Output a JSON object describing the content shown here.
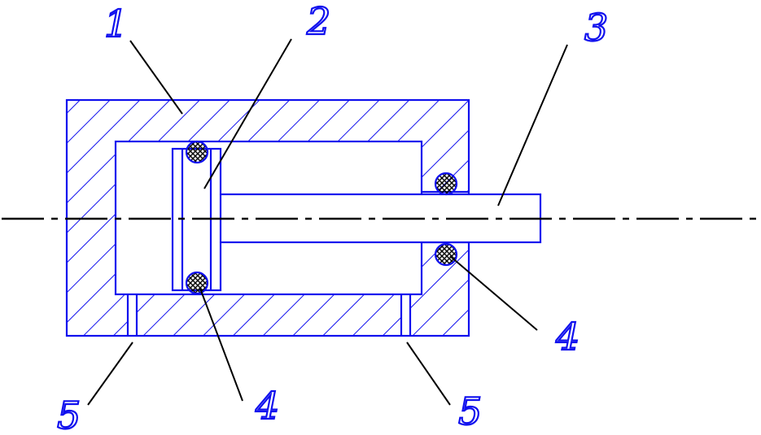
{
  "colors": {
    "outline": "#1010ee",
    "leader": "#000000",
    "label_fill": "#ffffff",
    "label_stroke": "#1010ee",
    "background": "#ffffff"
  },
  "callouts": [
    {
      "id": "c1",
      "text": "1"
    },
    {
      "id": "c2",
      "text": "2"
    },
    {
      "id": "c3",
      "text": "3"
    },
    {
      "id": "c4a",
      "text": "4"
    },
    {
      "id": "c4b",
      "text": "4"
    },
    {
      "id": "c5a",
      "text": "5"
    },
    {
      "id": "c5b",
      "text": "5"
    }
  ]
}
